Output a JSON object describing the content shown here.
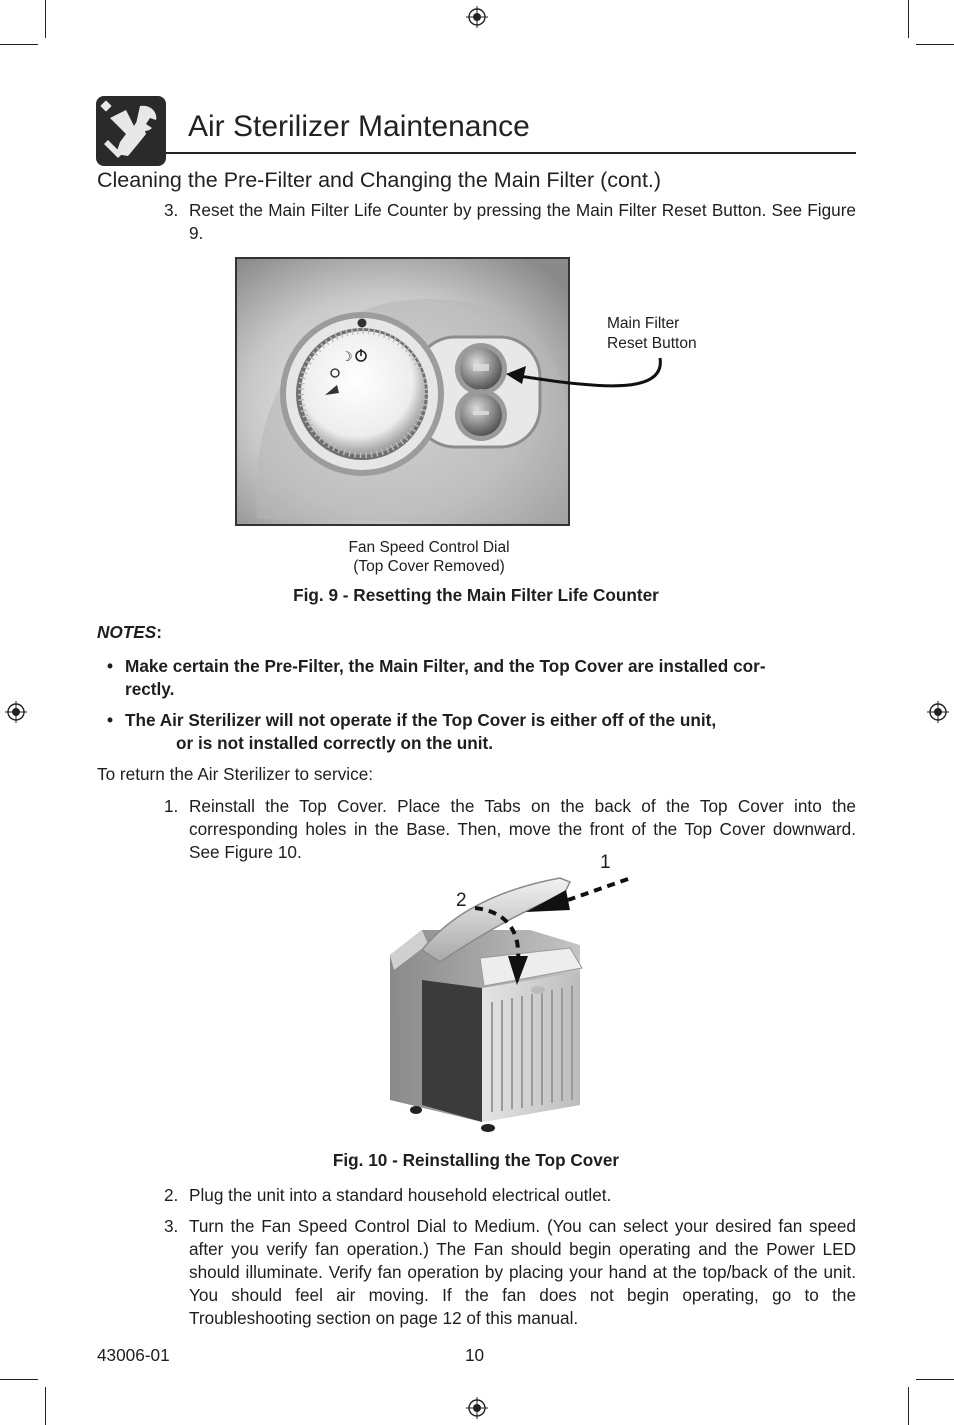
{
  "header": {
    "title": "Air Sterilizer Maintenance",
    "icon": "tools-hand-icon"
  },
  "section": {
    "subtitle": "Cleaning the Pre-Filter and Changing the Main Filter (cont.)"
  },
  "steps_a": [
    {
      "num": "3.",
      "text": "Reset the Main Filter Life Counter by pressing the Main Filter Reset Button. See Figure 9."
    }
  ],
  "figure9": {
    "callout_line1": "Main Filter",
    "callout_line2": "Reset Button",
    "label_line1": "Fan Speed Control Dial",
    "label_line2": "(Top Cover Removed)",
    "caption": "Fig. 9 - Resetting the Main Filter Life Counter"
  },
  "notes": {
    "heading": "NOTES",
    "colon": ":",
    "items": [
      {
        "line1": "Make certain the Pre-Filter, the Main Filter, and the Top Cover are installed cor-",
        "line2": "rectly."
      },
      {
        "line1": "The Air Sterilizer will not operate if the Top Cover is either off of the unit,",
        "line2": "or is not installed correctly on the unit."
      }
    ]
  },
  "service_intro": "To return the Air Sterilizer to service:",
  "steps_b": [
    {
      "num": "1.",
      "text": "Reinstall the Top Cover. Place the Tabs on the back of the Top Cover into the corresponding holes in the Base. Then, move the front of the Top Cover downward. See Figure 10."
    }
  ],
  "figure10": {
    "marker1": "1",
    "marker2": "2",
    "caption": "Fig. 10 - Reinstalling the Top Cover"
  },
  "steps_c": [
    {
      "num": "2.",
      "text": "Plug the unit into a standard household electrical outlet."
    },
    {
      "num": "3.",
      "text": "Turn the Fan Speed Control Dial to Medium. (You can select your desired fan speed after you verify fan operation.) The Fan should begin operating and the Power LED should illuminate. Verify fan operation by placing your hand at the top/back of the unit. You should feel air moving. If the fan does not begin operating, go to the Troubleshooting section on page 12 of this manual."
    }
  ],
  "footer": {
    "doc_number": "43006-01",
    "page_number": "10"
  }
}
